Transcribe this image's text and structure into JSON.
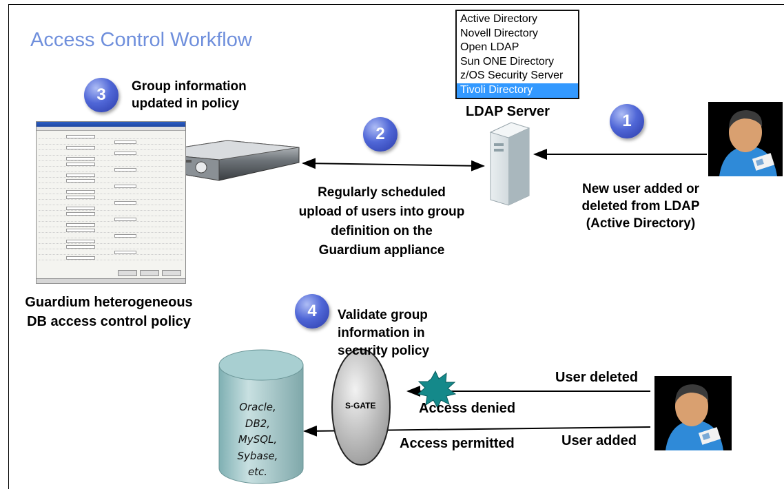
{
  "title": "Access Control Workflow",
  "directory_list": {
    "items": [
      "Active Directory",
      "Novell Directory",
      "Open LDAP",
      "Sun ONE Directory",
      "z/OS Security Server",
      "Tivoli Directory"
    ],
    "selected_index": 5,
    "selected_color": "#3399ff"
  },
  "ldap_server_label": "LDAP Server",
  "steps": [
    {
      "number": "1",
      "text": [
        "New user added or",
        "deleted from LDAP",
        "(Active Directory)"
      ]
    },
    {
      "number": "2",
      "text": [
        "Regularly scheduled",
        "upload of users into group",
        "definition on the",
        "Guardium appliance"
      ]
    },
    {
      "number": "3",
      "text": [
        "Group information",
        "updated in policy"
      ]
    },
    {
      "number": "4",
      "text": [
        "Validate group",
        "information in",
        "security policy"
      ]
    }
  ],
  "policy_label": [
    "Guardium heterogeneous",
    "DB access control policy"
  ],
  "sgate_label": "S-GATE",
  "database_label": [
    "Oracle,",
    "DB2,",
    "MySQL,",
    "Sybase,",
    "etc."
  ],
  "flows": {
    "user_deleted": "User deleted",
    "access_denied": "Access denied",
    "user_added": "User added",
    "access_permitted": "Access permitted"
  },
  "colors": {
    "title": "#6f8fdc",
    "badge": "#4a5fd0",
    "db": "#9fc7c9",
    "burst": "#138a8a",
    "sgate": "#bdbdbd"
  }
}
